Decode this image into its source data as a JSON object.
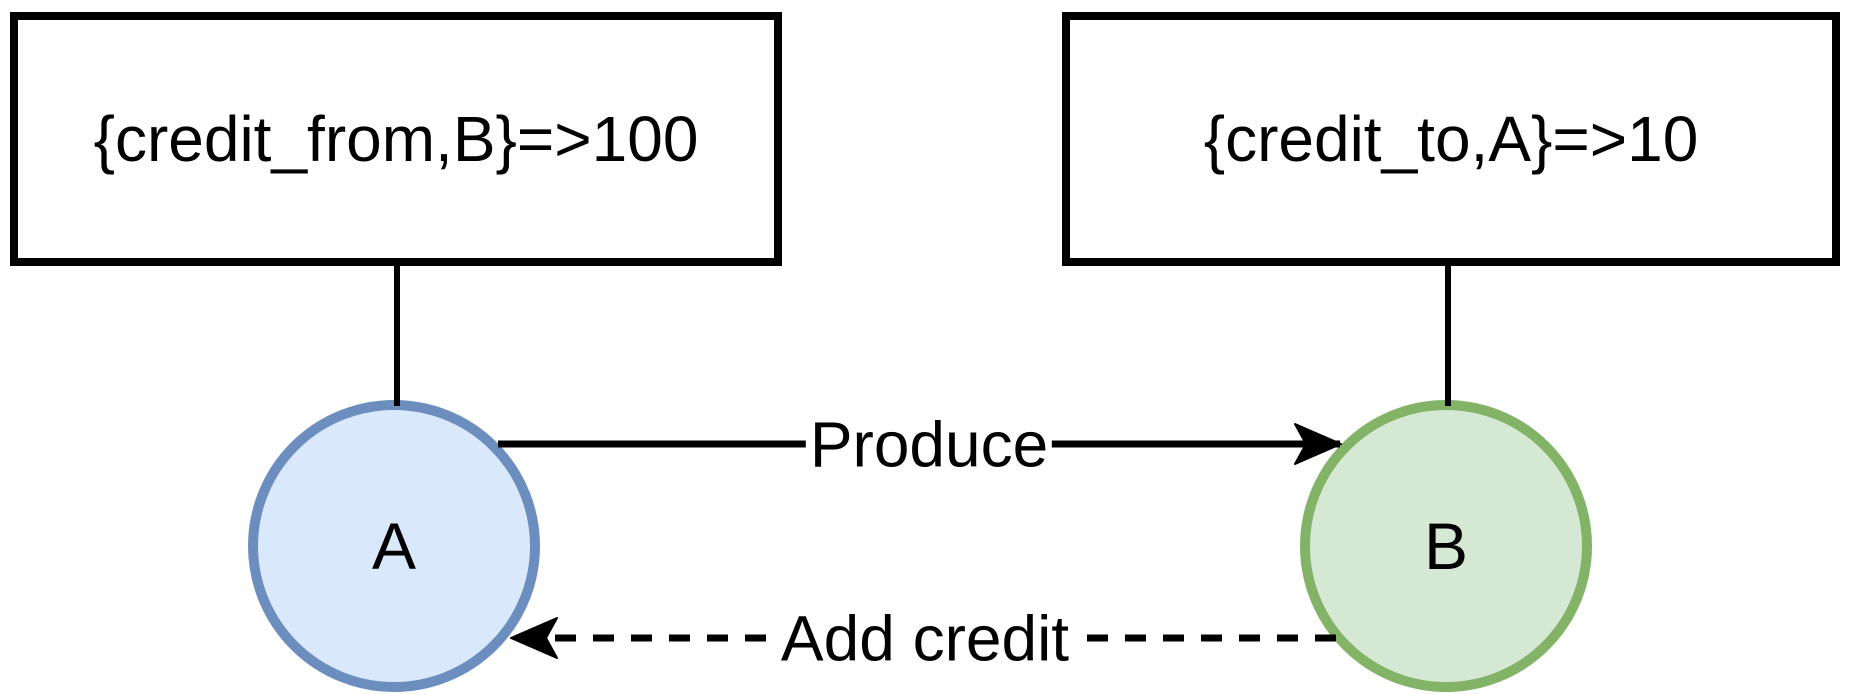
{
  "diagram": {
    "boxes": [
      {
        "id": "state-a",
        "text": "{credit_from,B}=>100",
        "attached_to": "A"
      },
      {
        "id": "state-b",
        "text": "{credit_to,A}=>10",
        "attached_to": "B"
      }
    ],
    "nodes": [
      {
        "id": "A",
        "label": "A",
        "fill": "#dae8fc",
        "stroke": "#6c8ebf"
      },
      {
        "id": "B",
        "label": "B",
        "fill": "#d5e8d4",
        "stroke": "#82b366"
      }
    ],
    "edges": [
      {
        "id": "produce",
        "label": "Produce",
        "from": "A",
        "to": "B",
        "line_style": "solid"
      },
      {
        "id": "add-credit",
        "label": "Add credit",
        "from": "B",
        "to": "A",
        "line_style": "dashed"
      }
    ],
    "colors": {
      "line": "#000000",
      "box_border": "#000000",
      "background": "#ffffff",
      "node_a_fill": "#dae8fc",
      "node_a_stroke": "#6c8ebf",
      "node_b_fill": "#d5e8d4",
      "node_b_stroke": "#82b366"
    }
  }
}
